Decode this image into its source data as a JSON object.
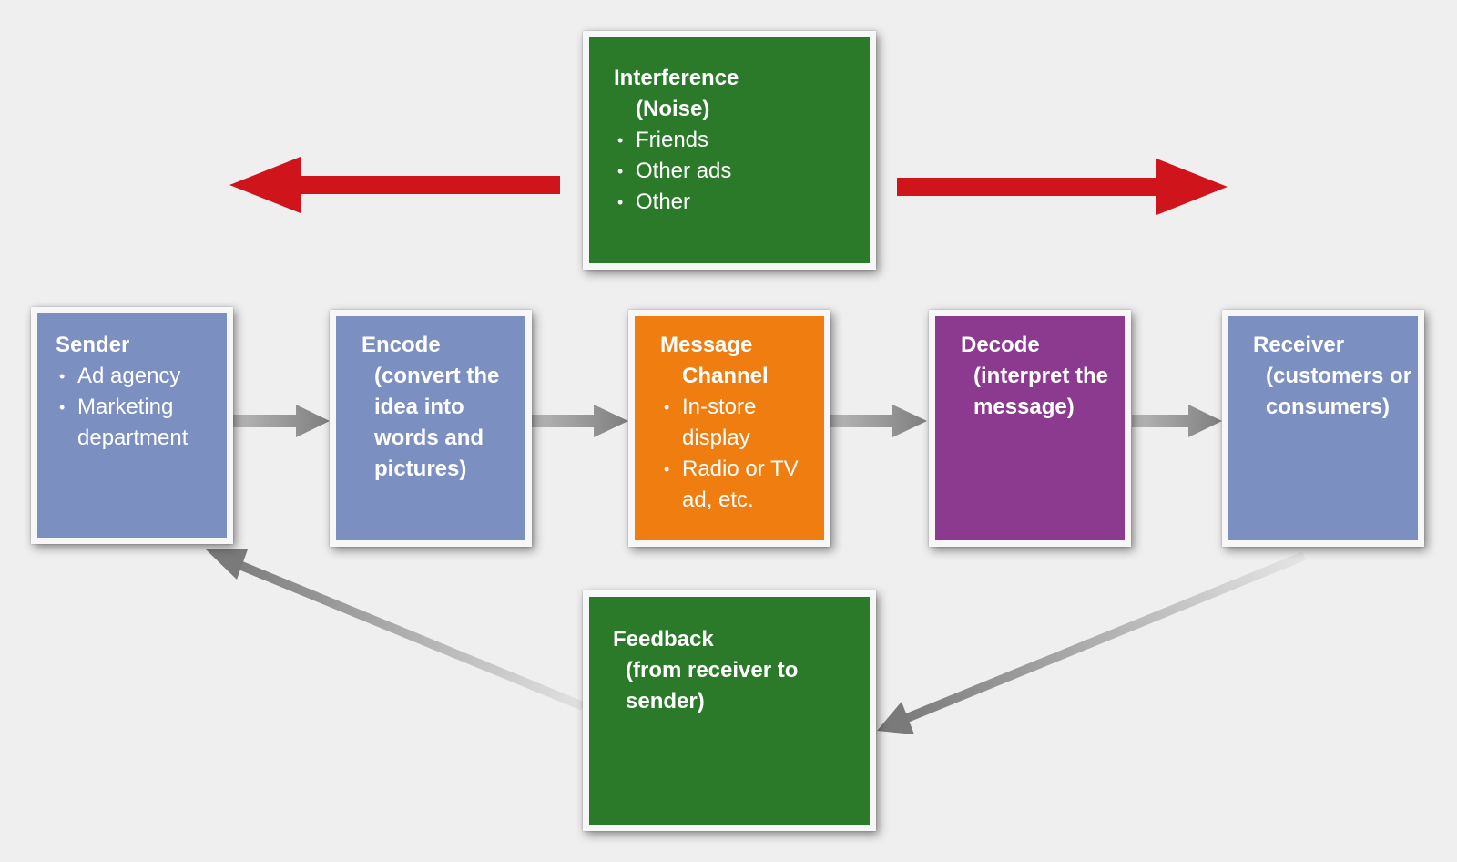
{
  "interference": {
    "title": "Interference",
    "subtitle": "(Noise)",
    "items": [
      "Friends",
      "Other ads",
      "Other"
    ]
  },
  "sender": {
    "title": "Sender",
    "items": [
      "Ad agency",
      "Marketing department"
    ]
  },
  "encode": {
    "title": "Encode",
    "subtitle": "(convert the idea into words and pictures)"
  },
  "message": {
    "title": "Message",
    "subtitle": "Channel",
    "items": [
      "In-store display",
      "Radio or TV ad, etc."
    ]
  },
  "decode": {
    "title": "Decode",
    "subtitle": "(interpret the message)"
  },
  "receiver": {
    "title": "Receiver",
    "subtitle": "(customers or consumers)"
  },
  "feedback": {
    "title": "Feedback",
    "subtitle": "(from receiver to sender)"
  },
  "colors": {
    "sender_box": "#7b8fc0",
    "interference_box": "#2a7a2a",
    "message_box": "#f07d10",
    "decode_box": "#8b3a8f",
    "noise_arrow": "#d0141c",
    "flow_arrow": "#8e8e8e"
  }
}
